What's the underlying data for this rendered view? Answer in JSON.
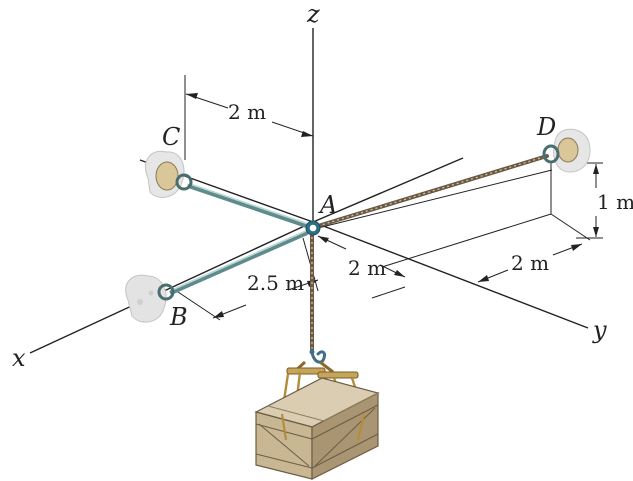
{
  "axes": {
    "x": "x",
    "y": "y",
    "z": "z"
  },
  "points": {
    "A": "A",
    "B": "B",
    "C": "C",
    "D": "D"
  },
  "dimensions": {
    "c_offset": "2 m",
    "a_to_y": "2 m",
    "y_to_d": "2 m",
    "d_height": "1 m",
    "b_offset": "2.5 m"
  }
}
